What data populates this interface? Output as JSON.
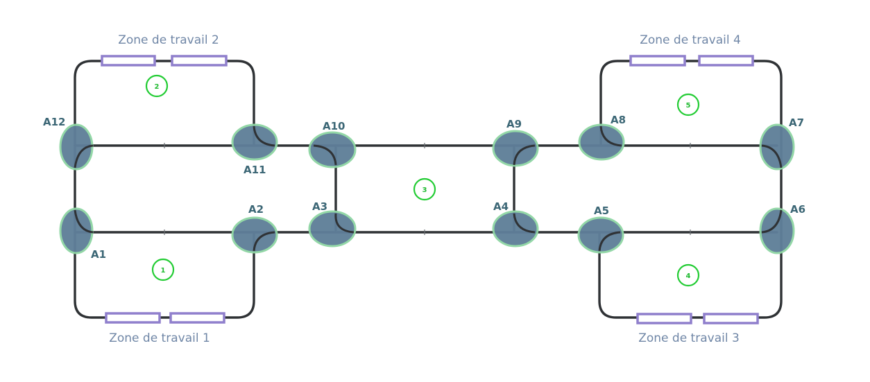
{
  "zones": {
    "z1": "Zone de travail 1",
    "z2": "Zone de travail 2",
    "z3": "Zone de travail 3",
    "z4": "Zone de travail 4"
  },
  "switches": {
    "a1": "A1",
    "a2": "A2",
    "a3": "A3",
    "a4": "A4",
    "a5": "A5",
    "a6": "A6",
    "a7": "A7",
    "a8": "A8",
    "a9": "A9",
    "a10": "A10",
    "a11": "A11",
    "a12": "A12"
  },
  "areas": {
    "n1": "1",
    "n2": "2",
    "n3": "3",
    "n4": "4",
    "n5": "5"
  },
  "colors": {
    "track": "#2f3235",
    "switch_fill": "#5f7f99",
    "switch_outline": "#8fd6a4",
    "zone_outline": "#8f7fcc",
    "node_label": "#3b6675",
    "zone_label": "#6f86a6",
    "area_marker": "#22cc33"
  }
}
